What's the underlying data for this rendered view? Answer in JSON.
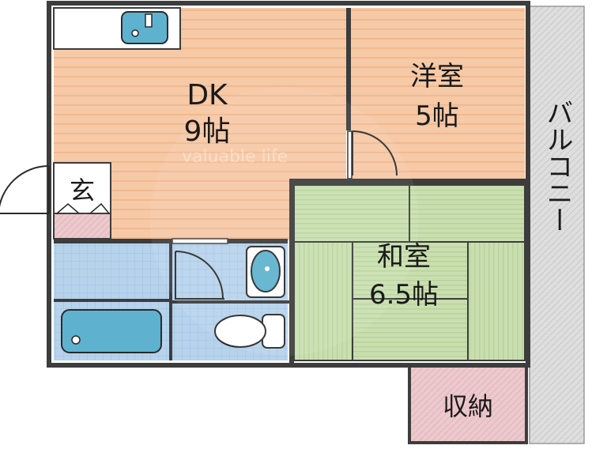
{
  "floorplan": {
    "rooms": {
      "dk": {
        "name": "DK",
        "size": "9帖"
      },
      "western": {
        "name": "洋室",
        "size": "5帖"
      },
      "japanese": {
        "name": "和室",
        "size": "6.5帖"
      },
      "entrance": {
        "name": "玄"
      },
      "storage": {
        "name": "収納"
      },
      "balcony": {
        "name": "バルコニー"
      }
    },
    "colors": {
      "wood_floor": "#f6c9a7",
      "wood_stripe": "#f1b98f",
      "tatami": "#c9dfb0",
      "tatami_line": "#aac98b",
      "tile": "#b7d3ec",
      "fixture": "#5fb2cf",
      "storage": "#ecc9cc",
      "balcony": "#dcdcdc",
      "wall": "#3d3d3d"
    },
    "watermark_text": "valuable life"
  }
}
